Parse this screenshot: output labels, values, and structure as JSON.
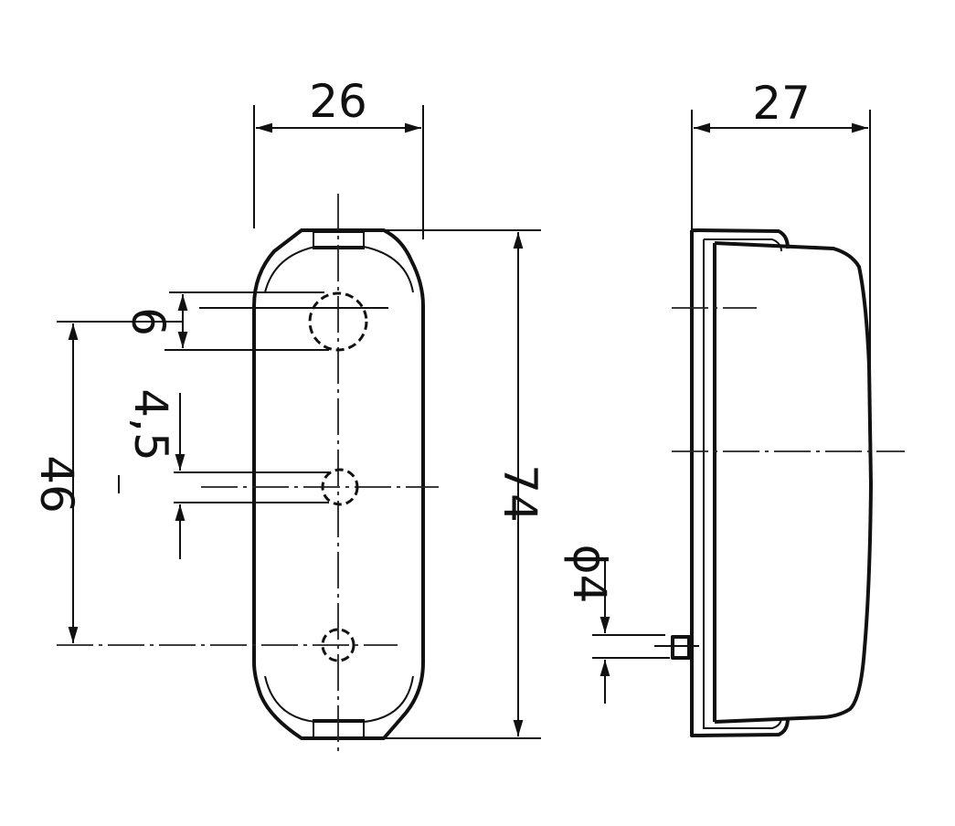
{
  "title": "Lamp housing dimension drawing",
  "front_view": {
    "width_label": "26",
    "height_label": "74",
    "hole_large_label": "6",
    "hole_small_label": "4,5",
    "hole_spacing_label": "46"
  },
  "side_view": {
    "depth_label": "27",
    "pin_label": "ϕ4"
  }
}
